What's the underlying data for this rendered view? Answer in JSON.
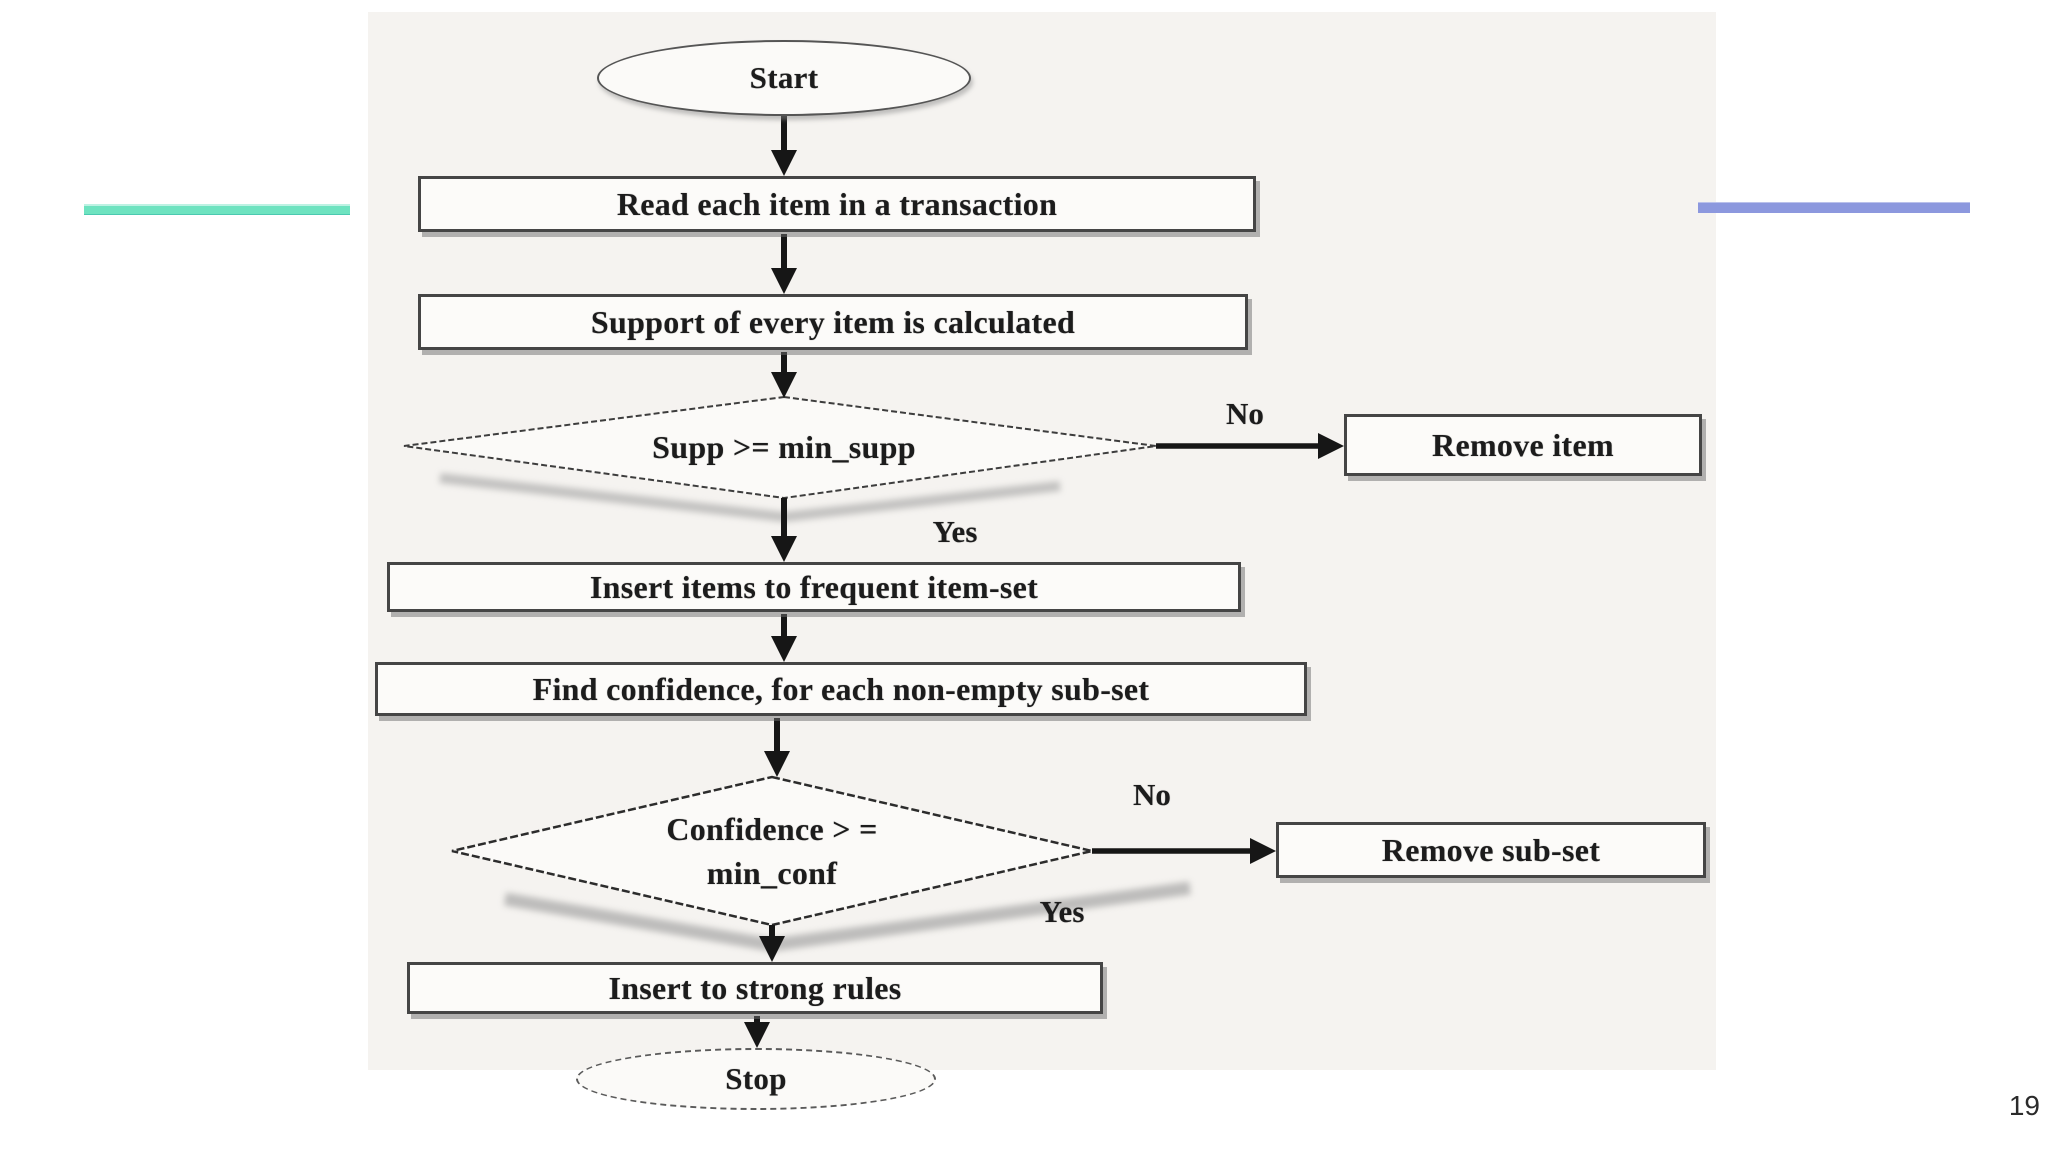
{
  "page_number": "19",
  "accent_colors": {
    "teal": "#6EE3C0",
    "purple": "#8C98DE"
  },
  "flowchart": {
    "start_label": "Start",
    "step_read": "Read each item in a transaction",
    "step_support": "Support of every item is calculated",
    "decision_support": "Supp >= min_supp",
    "branch_no_1": "No",
    "action_remove_item": "Remove item",
    "branch_yes_1": "Yes",
    "step_insert_frequent": "Insert items to frequent item-set",
    "step_find_confidence": "Find confidence, for each non-empty sub-set",
    "decision_confidence_line1": "Confidence > =",
    "decision_confidence_line2": "min_conf",
    "branch_no_2": "No",
    "action_remove_subset": "Remove sub-set",
    "branch_yes_2": "Yes",
    "step_insert_strong": "Insert to strong rules",
    "stop_label": "Stop"
  }
}
